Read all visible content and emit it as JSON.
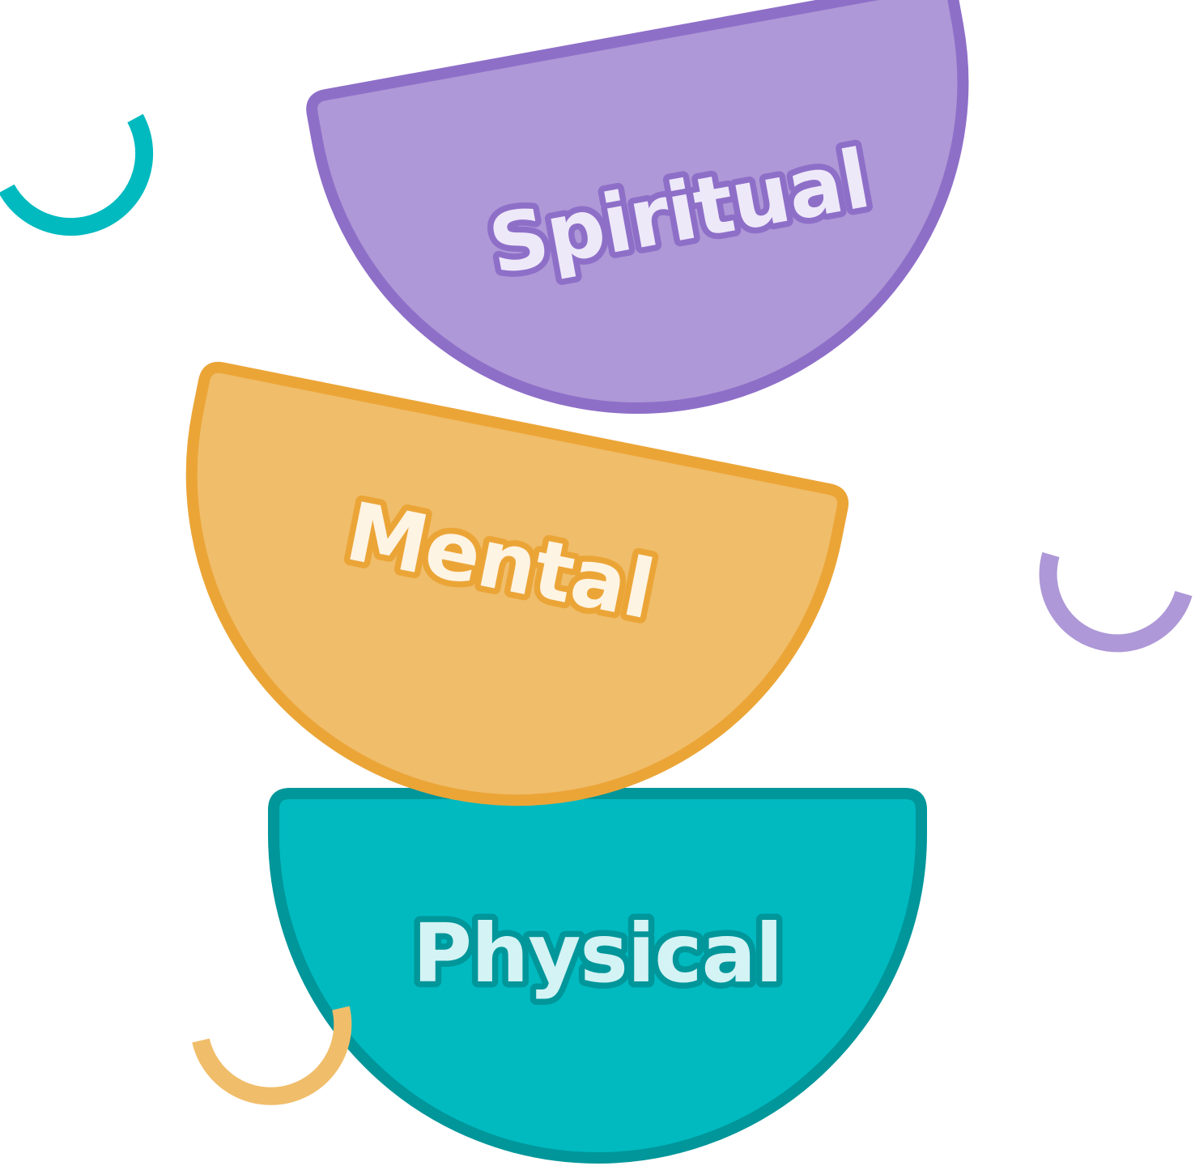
{
  "diagram": {
    "bowls": [
      {
        "id": "physical",
        "label": "Physical",
        "fill": "#00BAC0",
        "border": "#00969A",
        "text_fill": "#D4F3F4",
        "text_outline": "#00969A"
      },
      {
        "id": "mental",
        "label": "Mental",
        "fill": "#F0BD6A",
        "border": "#EBA537",
        "text_fill": "#FEF4E4",
        "text_outline": "#EBA537"
      },
      {
        "id": "spiritual",
        "label": "Spiritual",
        "fill": "#AE98D7",
        "border": "#8E6FC8",
        "text_fill": "#EEE9F9",
        "text_outline": "#8E6FC8"
      }
    ],
    "decorations": [
      {
        "id": "teal-arc",
        "color": "#00BAC0"
      },
      {
        "id": "lavender-arc",
        "color": "#AE98D7"
      },
      {
        "id": "yellow-arc",
        "color": "#F0BD6A"
      }
    ]
  }
}
